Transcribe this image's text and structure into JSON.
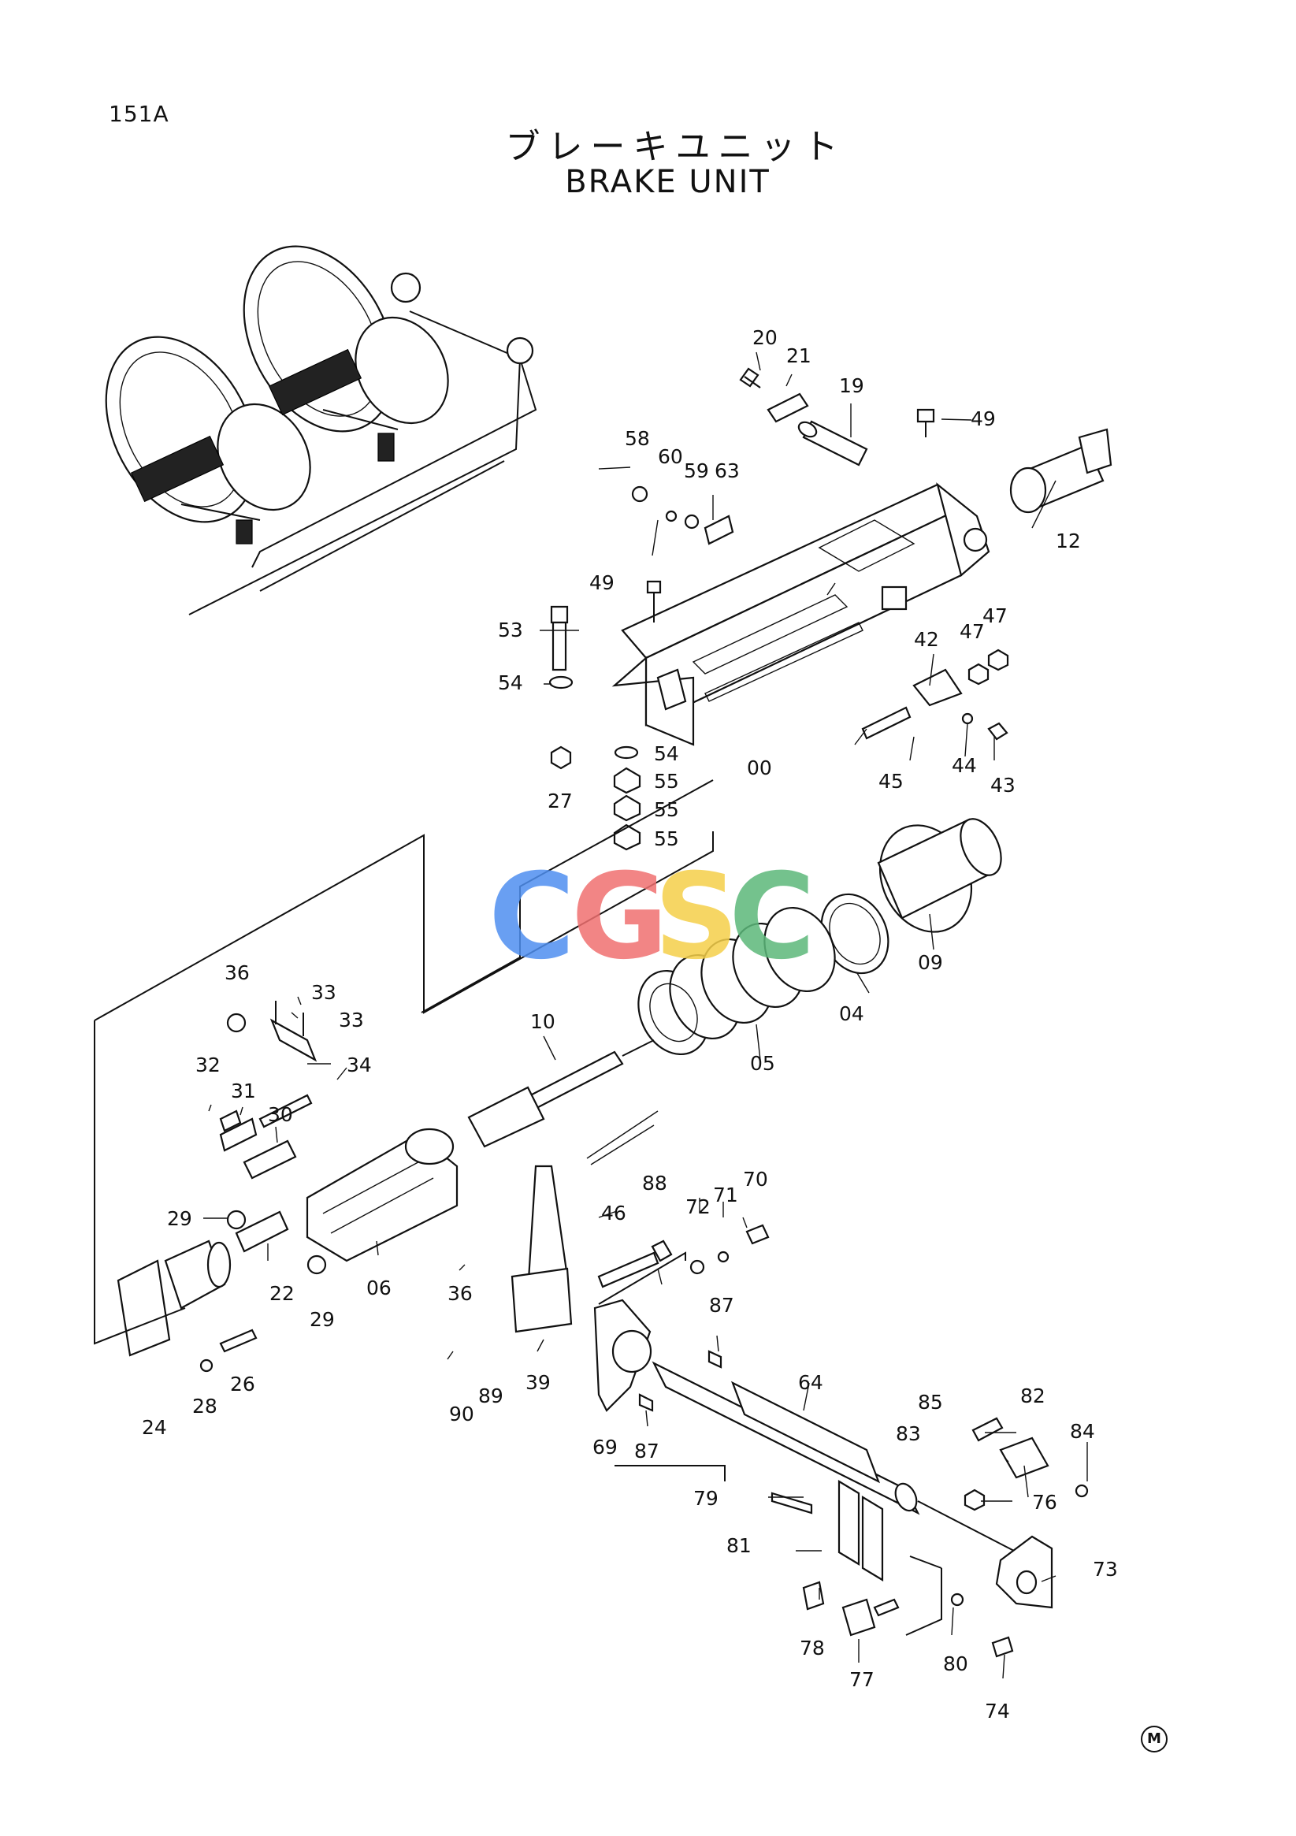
{
  "header": {
    "page_code": "151A",
    "title_jp": "ブレーキユニット",
    "title_en": "BRAKE UNIT"
  },
  "watermark": {
    "letters": [
      "C",
      "G",
      "S",
      "C"
    ],
    "colors": [
      "#4f8ff0",
      "#f07070",
      "#f5d04a",
      "#5cb87a"
    ]
  },
  "callouts": [
    "20",
    "21",
    "19",
    "49",
    "58",
    "60",
    "59",
    "63",
    "12",
    "49",
    "53",
    "47",
    "47",
    "42",
    "54",
    "54",
    "55",
    "55",
    "55",
    "27",
    "00",
    "45",
    "44",
    "43",
    "36",
    "33",
    "33",
    "34",
    "10",
    "09",
    "04",
    "05",
    "32",
    "31",
    "30",
    "88",
    "72",
    "71",
    "70",
    "46",
    "29",
    "22",
    "29",
    "06",
    "36",
    "87",
    "64",
    "24",
    "28",
    "26",
    "90",
    "89",
    "39",
    "69",
    "87",
    "85",
    "82",
    "83",
    "84",
    "79",
    "76",
    "81",
    "73",
    "78",
    "77",
    "80",
    "74"
  ],
  "footer": {
    "mark": "M"
  }
}
